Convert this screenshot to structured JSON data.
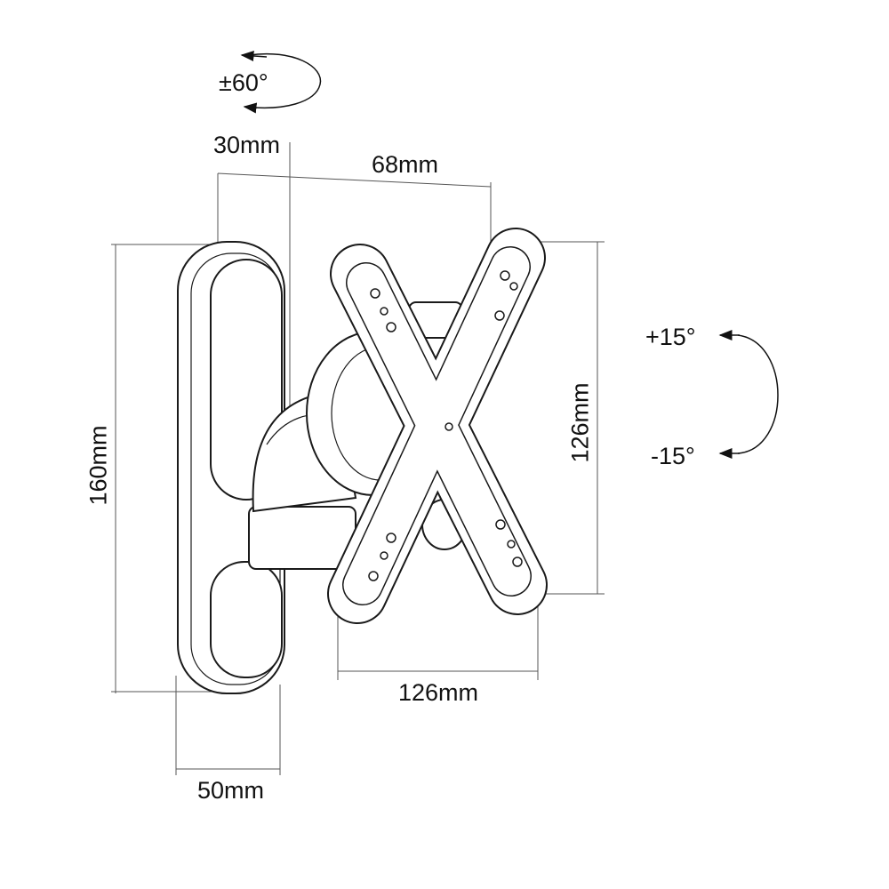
{
  "diagram": {
    "swivel_label": "±60°",
    "dim_offset_label": "30mm",
    "dim_depth_label": "68mm",
    "dim_plate_height_label": "160mm",
    "dim_vesa_height_label": "126mm",
    "dim_vesa_width_label": "126mm",
    "dim_plate_width_label": "50mm",
    "tilt_up_label": "+15°",
    "tilt_down_label": "-15°"
  },
  "colors": {
    "line": "#1a1a1a",
    "dim_line": "#555555",
    "background": "#ffffff"
  }
}
